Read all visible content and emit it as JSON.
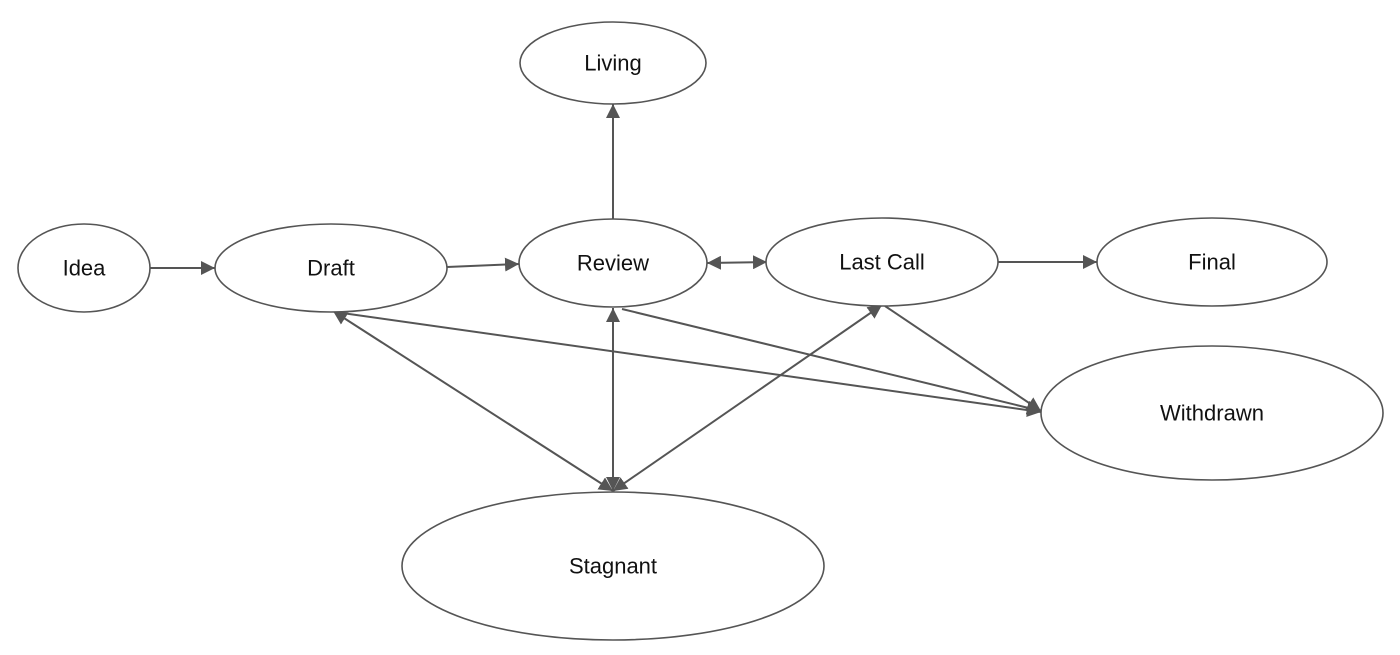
{
  "nodes": [
    {
      "id": "idea",
      "label": "Idea"
    },
    {
      "id": "draft",
      "label": "Draft"
    },
    {
      "id": "review",
      "label": "Review"
    },
    {
      "id": "living",
      "label": "Living"
    },
    {
      "id": "lastcall",
      "label": "Last Call"
    },
    {
      "id": "final",
      "label": "Final"
    },
    {
      "id": "withdrawn",
      "label": "Withdrawn"
    },
    {
      "id": "stagnant",
      "label": "Stagnant"
    }
  ],
  "edges": [
    {
      "from": "idea",
      "to": "draft",
      "direction": "forward"
    },
    {
      "from": "draft",
      "to": "review",
      "direction": "forward"
    },
    {
      "from": "review",
      "to": "living",
      "direction": "forward"
    },
    {
      "from": "review",
      "to": "lastcall",
      "direction": "both"
    },
    {
      "from": "lastcall",
      "to": "final",
      "direction": "forward"
    },
    {
      "from": "draft",
      "to": "withdrawn",
      "direction": "forward"
    },
    {
      "from": "review",
      "to": "withdrawn",
      "direction": "forward"
    },
    {
      "from": "lastcall",
      "to": "withdrawn",
      "direction": "forward"
    },
    {
      "from": "draft",
      "to": "stagnant",
      "direction": "both"
    },
    {
      "from": "review",
      "to": "stagnant",
      "direction": "both"
    },
    {
      "from": "lastcall",
      "to": "stagnant",
      "direction": "both"
    }
  ],
  "colors": {
    "stroke": "#555555",
    "background": "#ffffff",
    "text": "#111111"
  }
}
